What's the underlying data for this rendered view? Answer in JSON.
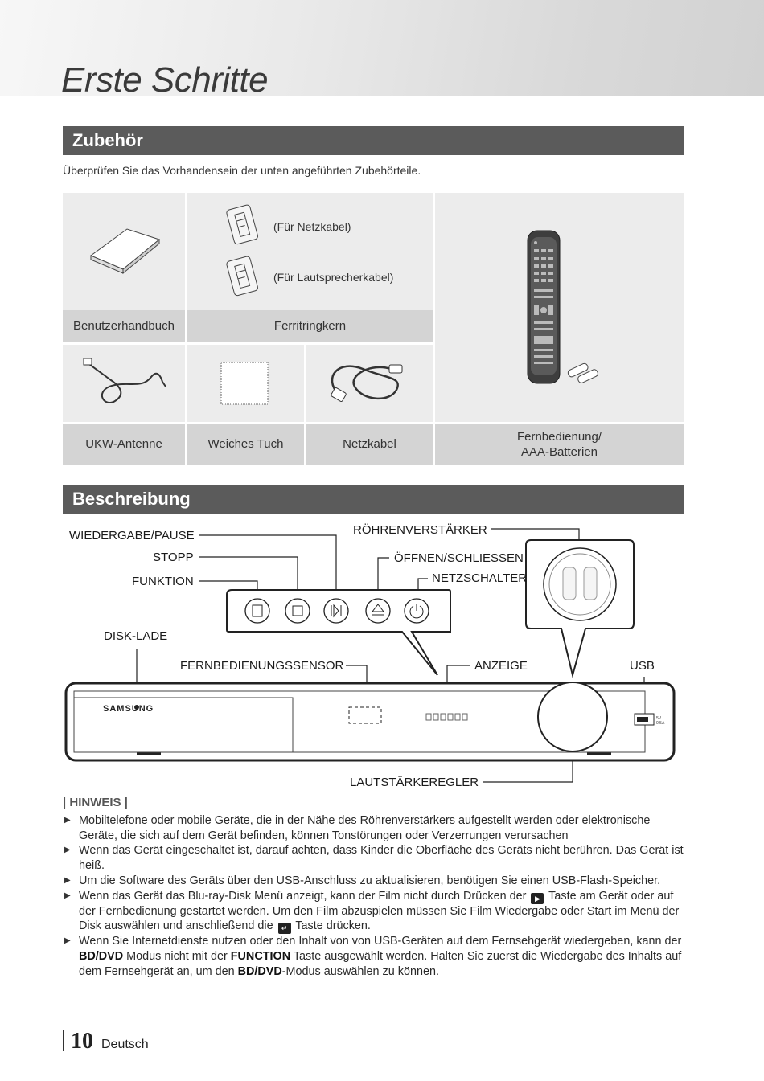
{
  "page": {
    "title": "Erste Schritte",
    "page_number": "10",
    "language": "Deutsch"
  },
  "zubehoer": {
    "heading": "Zubehör",
    "intro": "Überprüfen Sie das Vorhandensein der unten angeführten Zubehörteile.",
    "ferrit_power": "(Für Netzkabel)",
    "ferrit_speaker": "(Für Lautsprecherkabel)",
    "labels": {
      "manual": "Benutzerhandbuch",
      "ferrite": "Ferritringkern",
      "fm": "UKW-Antenne",
      "cloth": "Weiches Tuch",
      "power": "Netzkabel",
      "remote_line1": "Fernbedienung/",
      "remote_line2": "AAA-Batterien"
    }
  },
  "beschreibung": {
    "heading": "Beschreibung",
    "callouts": {
      "play_pause": "WIEDERGABE/PAUSE",
      "stop": "STOPP",
      "function": "FUNKTION",
      "tube_amp": "RÖHRENVERSTÄRKER",
      "open_close": "ÖFFNEN/SCHLIESSEN",
      "power_switch": "NETZSCHALTER",
      "disc_tray": "DISK-LADE",
      "remote_sensor": "FERNBEDIENUNGSSENSOR",
      "display": "ANZEIGE",
      "usb": "USB",
      "volume": "LAUTSTÄRKEREGLER"
    },
    "device": {
      "brand": "SAMSUNG",
      "usb_spec_1": "5V",
      "usb_spec_2": "0.5A"
    }
  },
  "hinweis": {
    "heading": "| HINWEIS |",
    "n1": "Mobiltelefone oder mobile Geräte, die in der Nähe des Röhrenverstärkers aufgestellt werden oder elektronische Geräte, die sich auf dem Gerät befinden, können Tonstörungen oder Verzerrungen verursachen",
    "n2": "Wenn das Gerät eingeschaltet ist, darauf achten, dass Kinder die Oberfläche des Geräts nicht berühren. Das Gerät ist heiß.",
    "n3": "Um die Software des Geräts über den USB-Anschluss zu aktualisieren, benötigen Sie einen USB-Flash-Speicher.",
    "n4a": "Wenn das Gerät das Blu-ray-Disk Menü anzeigt, kann der Film nicht durch Drücken der",
    "n4b": "Taste am Gerät oder auf der Fernbedienung gestartet werden. Um den Film abzuspielen müssen Sie Film Wiedergabe oder Start im Menü der Disk auswählen und anschließend die",
    "n4c": "Taste drücken.",
    "n5a": "Wenn Sie Internetdienste nutzen oder den Inhalt von von USB-Geräten auf dem Fernsehgerät wiedergeben, kann der",
    "n5b": "BD/DVD",
    "n5c": "Modus nicht mit der",
    "n5d": "FUNCTION",
    "n5e": "Taste ausgewählt werden. Halten Sie zuerst die Wiedergabe des Inhalts auf dem Fernsehgerät an, um den",
    "n5f": "BD/DVD",
    "n5g": "-Modus auswählen zu können."
  }
}
